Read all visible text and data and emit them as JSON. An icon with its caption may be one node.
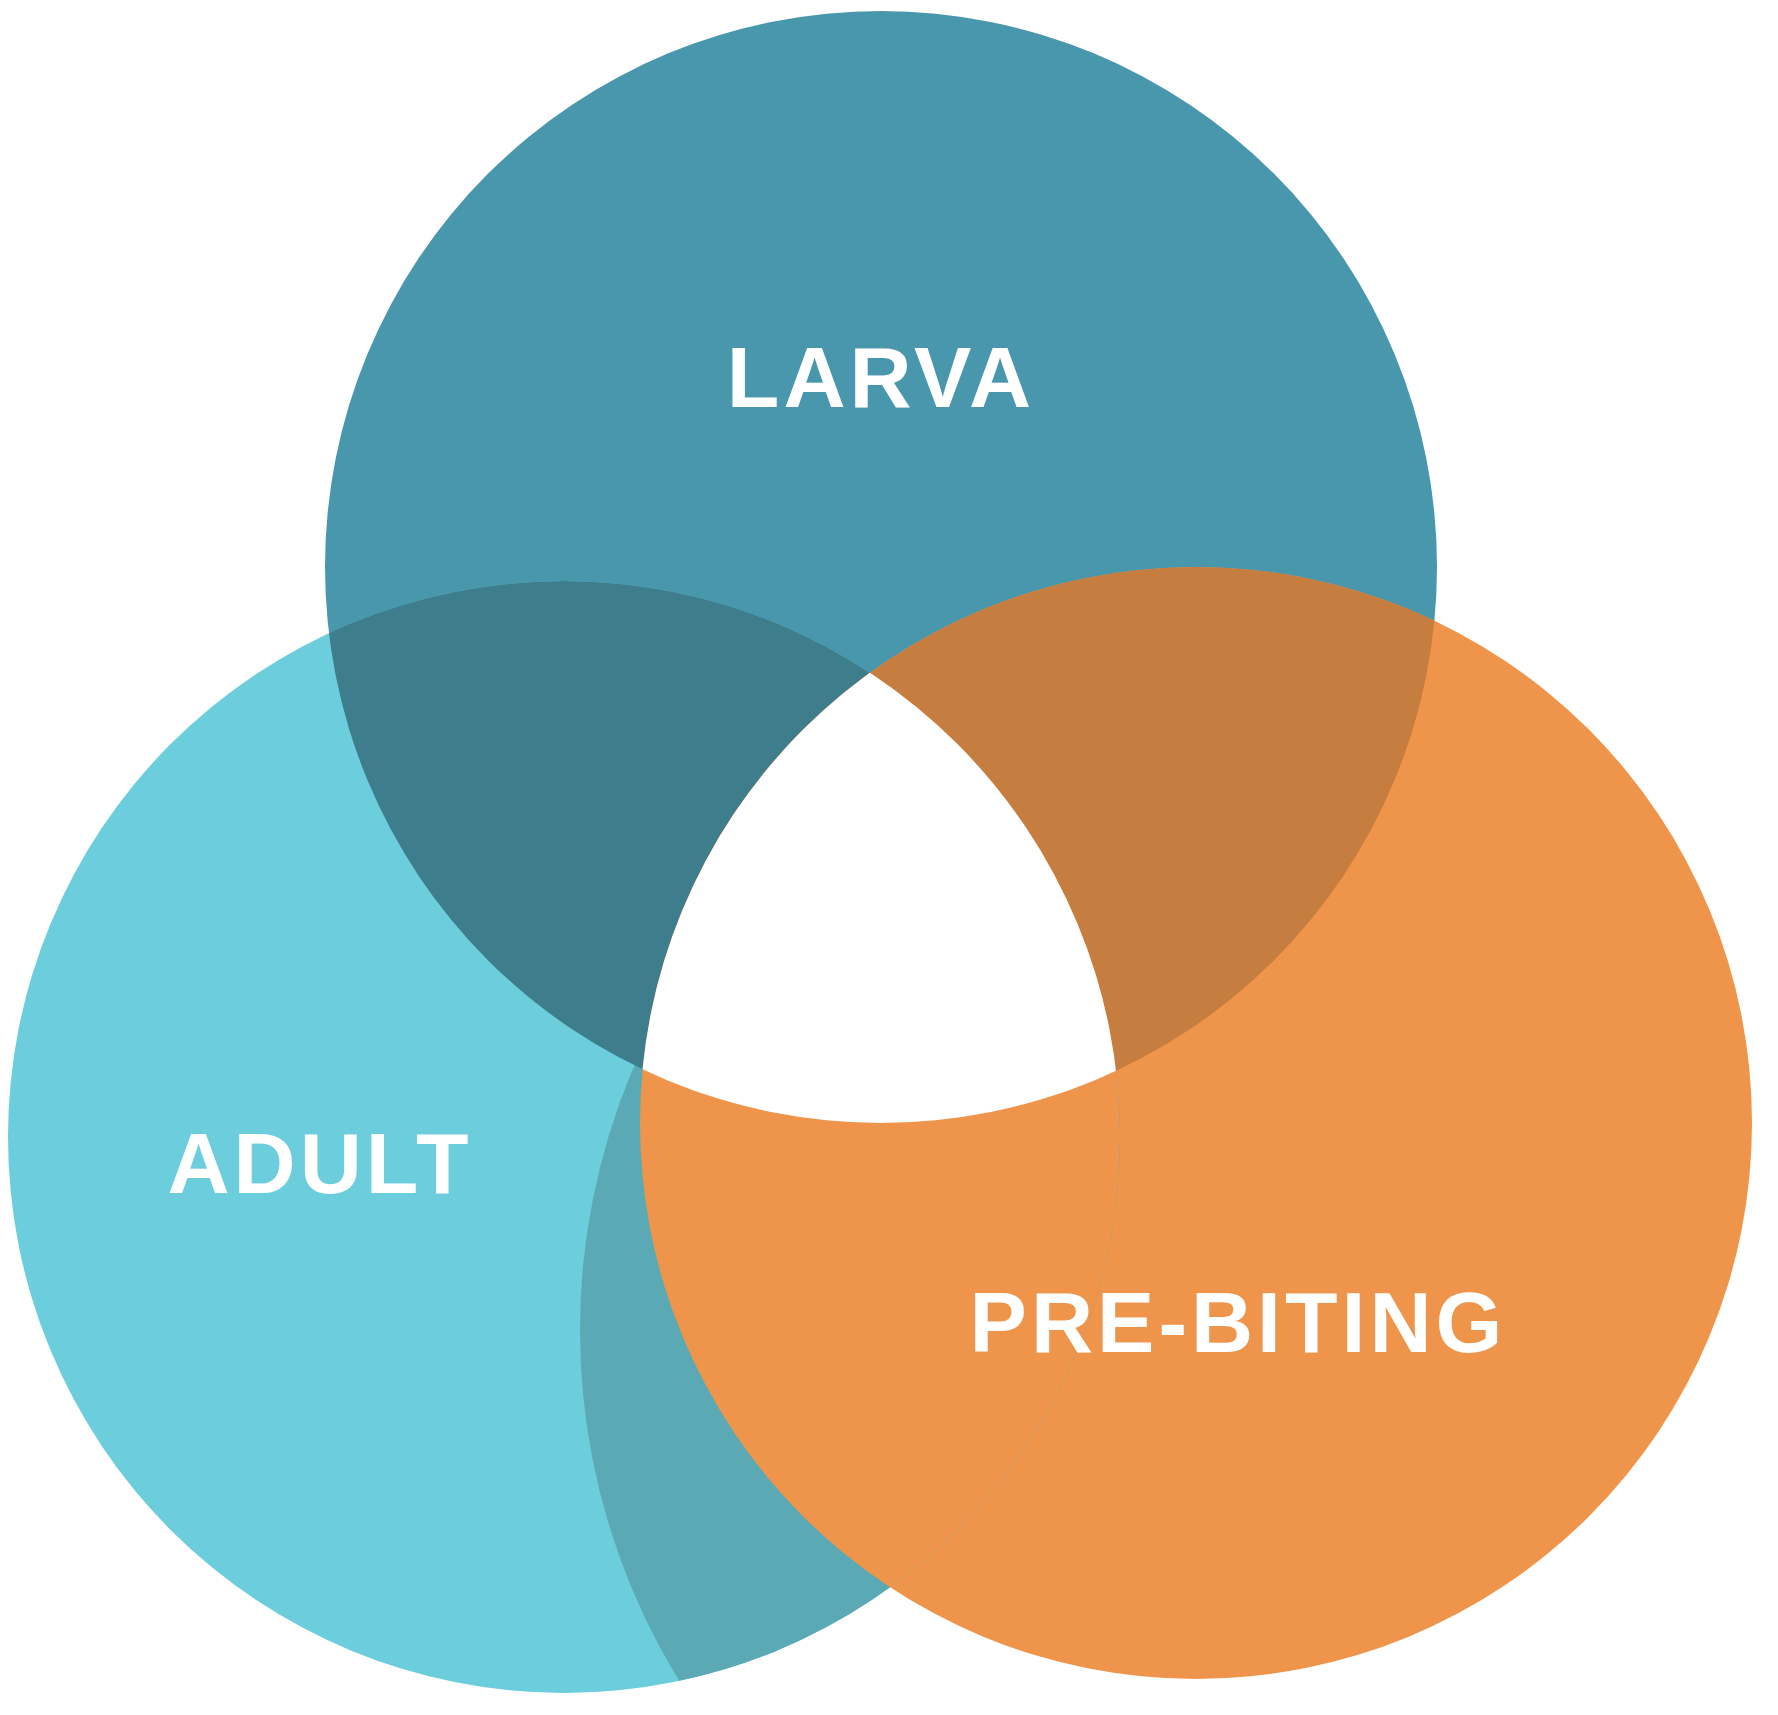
{
  "diagram": {
    "nodes": [
      {
        "text": [
          "LARVA"
        ]
      },
      {
        "text": [
          "ADULT"
        ]
      },
      {
        "text": [
          "PRE-BITING"
        ]
      }
    ]
  }
}
